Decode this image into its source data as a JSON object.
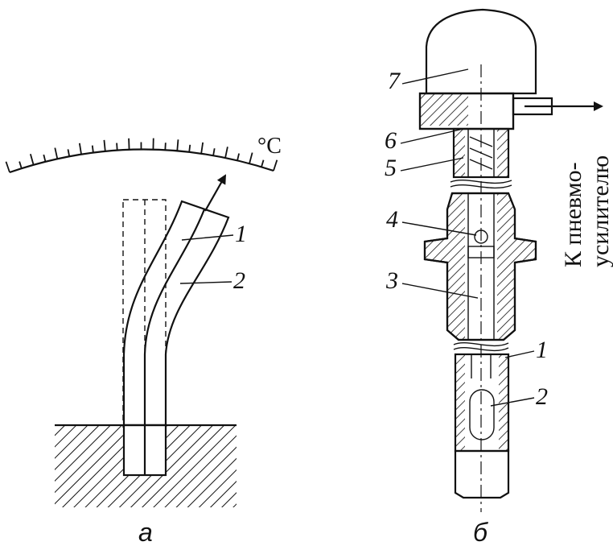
{
  "figure_a": {
    "caption": "а",
    "scale_unit": "°C",
    "labels": [
      "1",
      "2"
    ]
  },
  "figure_b": {
    "caption": "б",
    "labels": [
      "1",
      "2",
      "3",
      "4",
      "5",
      "6",
      "7"
    ],
    "output_label_line1": "К пневмо-",
    "output_label_line2": "усилителю"
  }
}
